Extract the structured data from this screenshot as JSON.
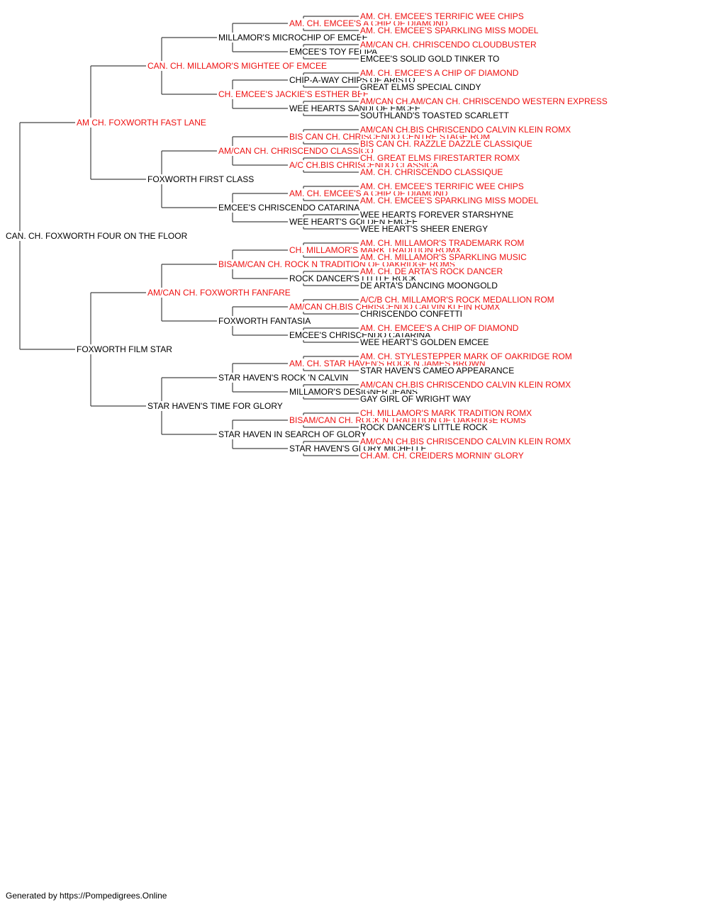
{
  "colors": {
    "champion": "#ee1111",
    "normal": "#000000",
    "line": "#444444"
  },
  "footer": "Generated by https://Pompedigrees.Online",
  "tree": {
    "name": "CAN. CH. FOXWORTH FOUR ON THE FLOOR",
    "champion": false,
    "sire": {
      "name": "AM CH. FOXWORTH FAST LANE",
      "champion": true,
      "sire": {
        "name": "CAN. CH. MILLAMOR'S MIGHTEE OF EMCEE",
        "champion": true,
        "sire": {
          "name": "MILLAMOR'S MICROCHIP OF EMCEE",
          "champion": false,
          "sire": {
            "name": "AM. CH. EMCEE'S A CHIP OF DIAMOND",
            "champion": true,
            "sire": {
              "name": "AM. CH. EMCEE'S TERRIFIC WEE CHIPS",
              "champion": true
            },
            "dam": {
              "name": "AM. CH. EMCEE'S SPARKLING MISS MODEL",
              "champion": true
            }
          },
          "dam": {
            "name": "EMCEE'S TOY FELIPA",
            "champion": false,
            "sire": {
              "name": "AM/CAN CH. CHRISCENDO CLOUDBUSTER",
              "champion": true
            },
            "dam": {
              "name": "EMCEE'S SOLID GOLD TINKER TO",
              "champion": false
            }
          }
        },
        "dam": {
          "name": "CH. EMCEE'S JACKIE'S ESTHER BEE",
          "champion": true,
          "sire": {
            "name": "CHIP-A-WAY CHIPS OF ARISTO",
            "champion": false,
            "sire": {
              "name": "AM. CH. EMCEE'S A CHIP OF DIAMOND",
              "champion": true
            },
            "dam": {
              "name": "GREAT ELMS SPECIAL CINDY",
              "champion": false
            }
          },
          "dam": {
            "name": "WEE HEARTS SANDI OF EMCEE",
            "champion": false,
            "sire": {
              "name": "AM/CAN CH.AM/CAN CH. CHRISCENDO WESTERN EXPRESS",
              "champion": true
            },
            "dam": {
              "name": "SOUTHLAND'S TOASTED SCARLETT",
              "champion": false
            }
          }
        }
      },
      "dam": {
        "name": "FOXWORTH FIRST CLASS",
        "champion": false,
        "sire": {
          "name": "AM/CAN CH. CHRISCENDO CLASSICO",
          "champion": true,
          "sire": {
            "name": "BIS CAN CH. CHRISCENDO CENTRE STAGE ROM",
            "champion": true,
            "sire": {
              "name": "AM/CAN CH.BIS CHRISCENDO CALVIN KLEIN ROMX",
              "champion": true
            },
            "dam": {
              "name": "BIS CAN CH. RAZZLE DAZZLE CLASSIQUE",
              "champion": true
            }
          },
          "dam": {
            "name": "A/C CH.BIS CHRISCENDO CLASSICA",
            "champion": true,
            "sire": {
              "name": "CH. GREAT ELMS FIRESTARTER ROMX",
              "champion": true
            },
            "dam": {
              "name": "AM. CH. CHRISCENDO CLASSIQUE",
              "champion": true
            }
          }
        },
        "dam": {
          "name": "EMCEE'S CHRISCENDO CATARINA",
          "champion": false,
          "sire": {
            "name": "AM. CH. EMCEE'S A CHIP OF DIAMOND",
            "champion": true,
            "sire": {
              "name": "AM. CH. EMCEE'S TERRIFIC WEE CHIPS",
              "champion": true
            },
            "dam": {
              "name": "AM. CH. EMCEE'S SPARKLING MISS MODEL",
              "champion": true
            }
          },
          "dam": {
            "name": "WEE HEART'S GOLDEN EMCEE",
            "champion": false,
            "sire": {
              "name": "WEE HEARTS FOREVER STARSHYNE",
              "champion": false
            },
            "dam": {
              "name": "WEE HEART'S SHEER ENERGY",
              "champion": false
            }
          }
        }
      }
    },
    "dam": {
      "name": "FOXWORTH FILM STAR",
      "champion": false,
      "sire": {
        "name": "AM/CAN CH. FOXWORTH FANFARE",
        "champion": true,
        "sire": {
          "name": "BISAM/CAN CH. ROCK N TRADITION OF OAKRIDGE ROMS",
          "champion": true,
          "sire": {
            "name": "CH. MILLAMOR'S MARK TRADITION ROMX",
            "champion": true,
            "sire": {
              "name": "AM. CH. MILLAMOR'S TRADEMARK ROM",
              "champion": true
            },
            "dam": {
              "name": "AM. CH. MILLAMOR'S SPARKLING MUSIC",
              "champion": true
            }
          },
          "dam": {
            "name": "ROCK DANCER'S LITTLE ROCK",
            "champion": false,
            "sire": {
              "name": "AM. CH. DE ARTA'S ROCK DANCER",
              "champion": true
            },
            "dam": {
              "name": "DE ARTA'S DANCING MOONGOLD",
              "champion": false
            }
          }
        },
        "dam": {
          "name": "FOXWORTH FANTASIA",
          "champion": false,
          "sire": {
            "name": "AM/CAN CH.BIS CHRISCENDO CALVIN KLEIN ROMX",
            "champion": true,
            "sire": {
              "name": "A/C/B CH. MILLAMOR'S ROCK MEDALLION ROM",
              "champion": true
            },
            "dam": {
              "name": "CHRISCENDO CONFETTI",
              "champion": false
            }
          },
          "dam": {
            "name": "EMCEE'S CHRISCENDO CATARINA",
            "champion": false,
            "sire": {
              "name": "AM. CH. EMCEE'S A CHIP OF DIAMOND",
              "champion": true
            },
            "dam": {
              "name": "WEE HEART'S GOLDEN EMCEE",
              "champion": false
            }
          }
        }
      },
      "dam": {
        "name": "STAR HAVEN'S TIME FOR GLORY",
        "champion": false,
        "sire": {
          "name": "STAR HAVEN'S ROCK 'N CALVIN",
          "champion": false,
          "sire": {
            "name": "AM. CH. STAR HAVEN'S ROCK N JAMES BROWN",
            "champion": true,
            "sire": {
              "name": "AM. CH. STYLESTEPPER MARK OF OAKRIDGE ROM",
              "champion": true
            },
            "dam": {
              "name": "STAR HAVEN'S CAMEO APPEARANCE",
              "champion": false
            }
          },
          "dam": {
            "name": "MILLAMOR'S DESIGNER JEANS",
            "champion": false,
            "sire": {
              "name": "AM/CAN CH.BIS CHRISCENDO CALVIN KLEIN ROMX",
              "champion": true
            },
            "dam": {
              "name": "GAY GIRL OF WRIGHT WAY",
              "champion": false
            }
          }
        },
        "dam": {
          "name": "STAR HAVEN IN SEARCH OF GLORY",
          "champion": false,
          "sire": {
            "name": "BISAM/CAN CH. ROCK N TRADITION OF OAKRIDGE ROMS",
            "champion": true,
            "sire": {
              "name": "CH. MILLAMOR'S MARK TRADITION ROMX",
              "champion": true
            },
            "dam": {
              "name": "ROCK DANCER'S LITTLE ROCK",
              "champion": false
            }
          },
          "dam": {
            "name": "STAR HAVEN'S GLORY MICHELLE",
            "champion": false,
            "sire": {
              "name": "AM/CAN CH.BIS CHRISCENDO CALVIN KLEIN ROMX",
              "champion": true
            },
            "dam": {
              "name": "CH.AM. CH. CREIDERS MORNIN' GLORY",
              "champion": true
            }
          }
        }
      }
    }
  }
}
